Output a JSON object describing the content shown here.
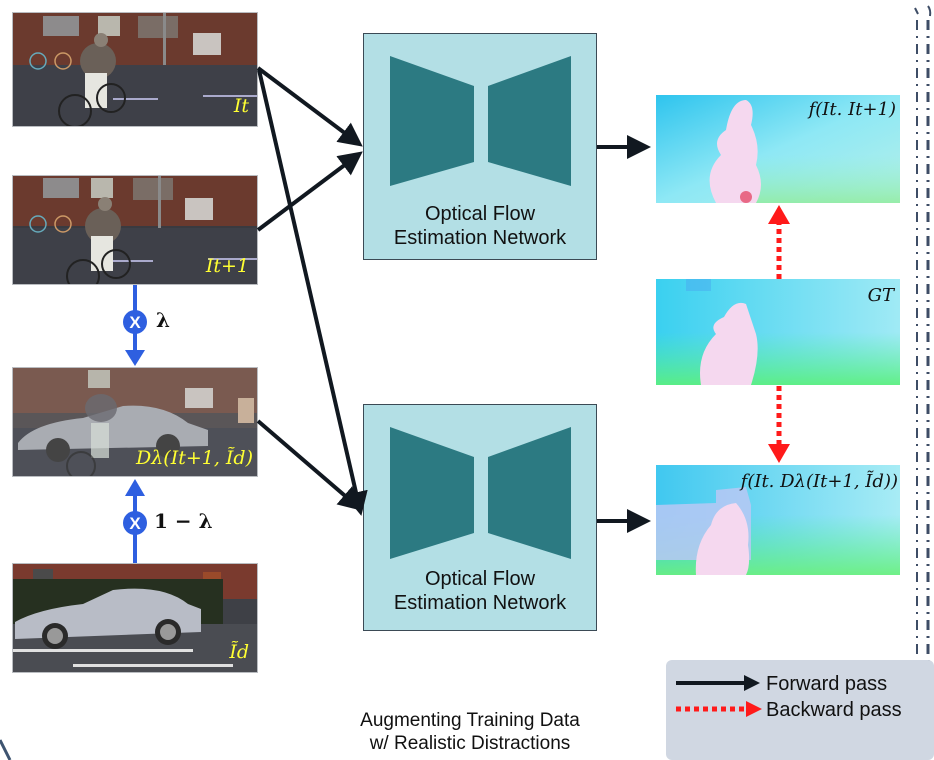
{
  "inputs": {
    "frame_t": {
      "label": "I_t",
      "label_display": "It"
    },
    "frame_t1": {
      "label": "I_{t+1}",
      "label_display": "It+1"
    },
    "mixed": {
      "label": "D_λ(I_{t+1}, Ĩ_d)",
      "label_display": "Dλ(It+1, Ĩd)"
    },
    "distraction": {
      "label": "Ĩ_d",
      "label_display": "Ĩd"
    }
  },
  "mixing": {
    "top_weight": "λ",
    "bottom_weight": "1 − λ",
    "operator_symbol": "X"
  },
  "networks": [
    {
      "line1": "Optical Flow",
      "line2": "Estimation Network"
    },
    {
      "line1": "Optical Flow",
      "line2": "Estimation Network"
    }
  ],
  "outputs": {
    "flow_clean": {
      "label": "f(It. It+1)"
    },
    "ground_truth": {
      "label": "GT"
    },
    "flow_distracted": {
      "label": "f(It. Dλ(It+1, Ĩd))"
    }
  },
  "caption": {
    "line1": "Augmenting Training Data",
    "line2": "w/ Realistic Distractions"
  },
  "legend": {
    "forward": "Forward pass",
    "backward": "Backward pass"
  },
  "colors": {
    "forward_arrow": "#111820",
    "backward_arrow": "#ff1a1a",
    "mix_arrow": "#2e5fe0",
    "network_fill": "#b3dfe5",
    "network_shape": "#2c7a82",
    "legend_bg": "#d0d7e2",
    "label_yellow": "#ffff33",
    "dashed_border": "#3e4d66"
  }
}
